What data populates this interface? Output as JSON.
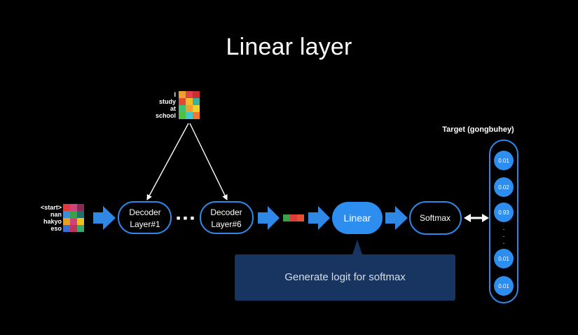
{
  "title": "Linear layer",
  "input_words": [
    "<start>",
    "nan",
    "hakyo",
    "eso"
  ],
  "encoder_words": [
    "I",
    "study",
    "at",
    "school"
  ],
  "decoder_first": {
    "line1": "Decoder",
    "line2": "Layer#1"
  },
  "decoder_last": {
    "line1": "Decoder",
    "line2": "Layer#6"
  },
  "ellipsis": "■ ■ ■",
  "linear_label": "Linear",
  "softmax_label": "Softmax",
  "tooltip_text": "Generate logit for softmax",
  "target_title": "Target (gongbuhey)",
  "target_values": [
    "0.01",
    "0.02",
    "0.93",
    "·",
    "·",
    "·",
    "0.01",
    "0.01"
  ],
  "colors": {
    "accent_blue": "#2f88e6",
    "node_blue": "#2d8ef0",
    "tooltip_bg": "#173560",
    "input_cells": [
      [
        "#e03a3a",
        "#d0417e",
        "#8a2a52"
      ],
      [
        "#3b8fd6",
        "#3aa14a",
        "#1f6f6a"
      ],
      [
        "#e8a020",
        "#d0417e",
        "#f0c020"
      ],
      [
        "#3a6fd0",
        "#c0335a",
        "#3aa86a"
      ]
    ],
    "encoder_cells": [
      [
        "#f0a030",
        "#e0404a",
        "#c83030"
      ],
      [
        "#e04838",
        "#f0c020",
        "#3ab0a0"
      ],
      [
        "#40c070",
        "#f0a030",
        "#f0d030"
      ],
      [
        "#50c040",
        "#40c8d0",
        "#f07830"
      ]
    ],
    "logit_cells": [
      "#3aa14a",
      "#e03a3a",
      "#e85030"
    ]
  }
}
